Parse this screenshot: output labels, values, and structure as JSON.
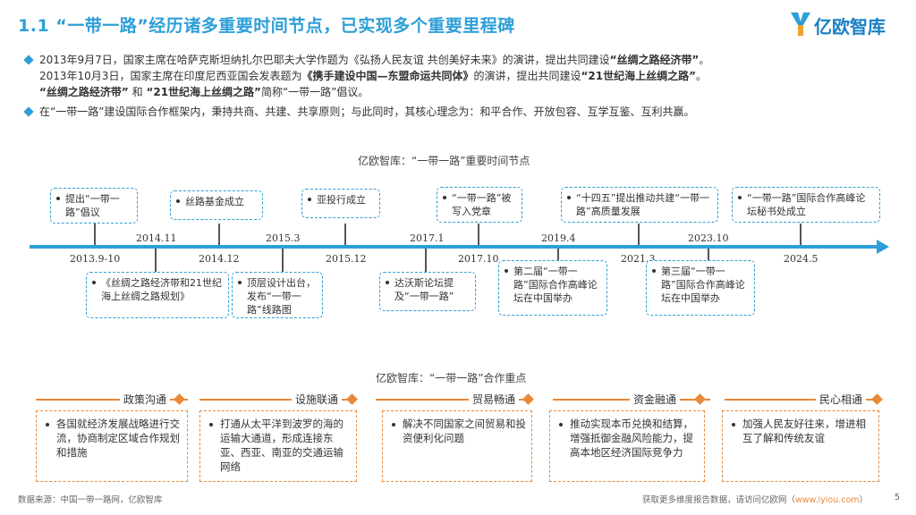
{
  "header": {
    "title": "1.1 “一带一路”经历诸多重要时间节点，已实现多个重要里程碑",
    "brand": "亿欧智库"
  },
  "bullets": [
    {
      "line1_a": "2013年9月7日，国家主席在哈萨克斯坦纳扎尔巴耶夫大学作题为《弘扬人民友谊 共创美好未来》的演讲，提出共同建设",
      "line1_b": "“丝绸之路经济带”",
      "line1_c": "。",
      "line2_a": "2013年10月3日，国家主席在印度尼西亚国会发表题为",
      "line2_b": "《携手建设中国—东盟命运共同体》",
      "line2_c": "的演讲，提出共同建设",
      "line2_d": "“21世纪海上丝绸之路”",
      "line2_e": "。",
      "line3_a": "“丝绸之路经济带”",
      "line3_b": "和",
      "line3_c": "“21世纪海上丝绸之路”",
      "line3_d": "简称",
      "line3_e": "“一带一路”",
      "line3_f": "倡议。"
    },
    {
      "text": "在“一带一路”建设国际合作框架内，秉持共商、共建、共享原则；与此同时，其核心理念为：和平合作、开放包容、互学互鉴、互利共赢。"
    }
  ],
  "timeline": {
    "title": "亿欧智库：“一带一路”重要时间节点",
    "dates": {
      "d1": "2013.9-10",
      "d2": "2014.11",
      "d3": "2014.12",
      "d4": "2015.3",
      "d5": "2015.12",
      "d6": "2017.1",
      "d7": "2017.10",
      "d8": "2019.4",
      "d9": "2021.3",
      "d10": "2023.10",
      "d11": "2024.5"
    },
    "events": {
      "e1": "提出“一带一路”倡议",
      "e2": "《丝绸之路经济带和21世纪海上丝绸之路规划》",
      "e3": "丝路基金成立",
      "e4": "顶层设计出台，发布“一带一路”线路图",
      "e5": "亚投行成立",
      "e6": "达沃斯论坛提及“一带一路”",
      "e7": "“一带一路”被写入党章",
      "e8": "第二届“一带一路”国际合作高峰论坛在中国举办",
      "e9": "“十四五”提出推动共建“一带一路”高质量发展",
      "e10": "第三届“一带一路”国际合作高峰论坛在中国举办",
      "e11": "“一带一路”国际合作高峰论坛秘书处成立"
    }
  },
  "cooperation": {
    "title": "亿欧智库：“一带一路”合作重点",
    "items": [
      {
        "label": "政策沟通",
        "text": "各国就经济发展战略进行交流，协商制定区域合作规划和措施"
      },
      {
        "label": "设施联通",
        "text": "打通从太平洋到波罗的海的运输大通道，形成连接东亚、西亚、南亚的交通运输网络"
      },
      {
        "label": "贸易畅通",
        "text": "解决不同国家之间贸易和投资便利化问题"
      },
      {
        "label": "资金融通",
        "text": "推动实现本币兑换和结算，增强抵御金融风险能力，提高本地区经济国际竞争力"
      },
      {
        "label": "民心相通",
        "text": "加强人民友好往来，增进相互了解和传统友谊"
      }
    ]
  },
  "footer": {
    "source": "数据来源：中国一带一路网，亿欧智库",
    "cta": "获取更多维度报告数据，请访问亿欧网（",
    "link": "www.iyiou.com",
    "cta_end": "）",
    "page": "5"
  },
  "colors": {
    "accent_blue": "#2e9fd8",
    "accent_orange": "#e8893a"
  }
}
